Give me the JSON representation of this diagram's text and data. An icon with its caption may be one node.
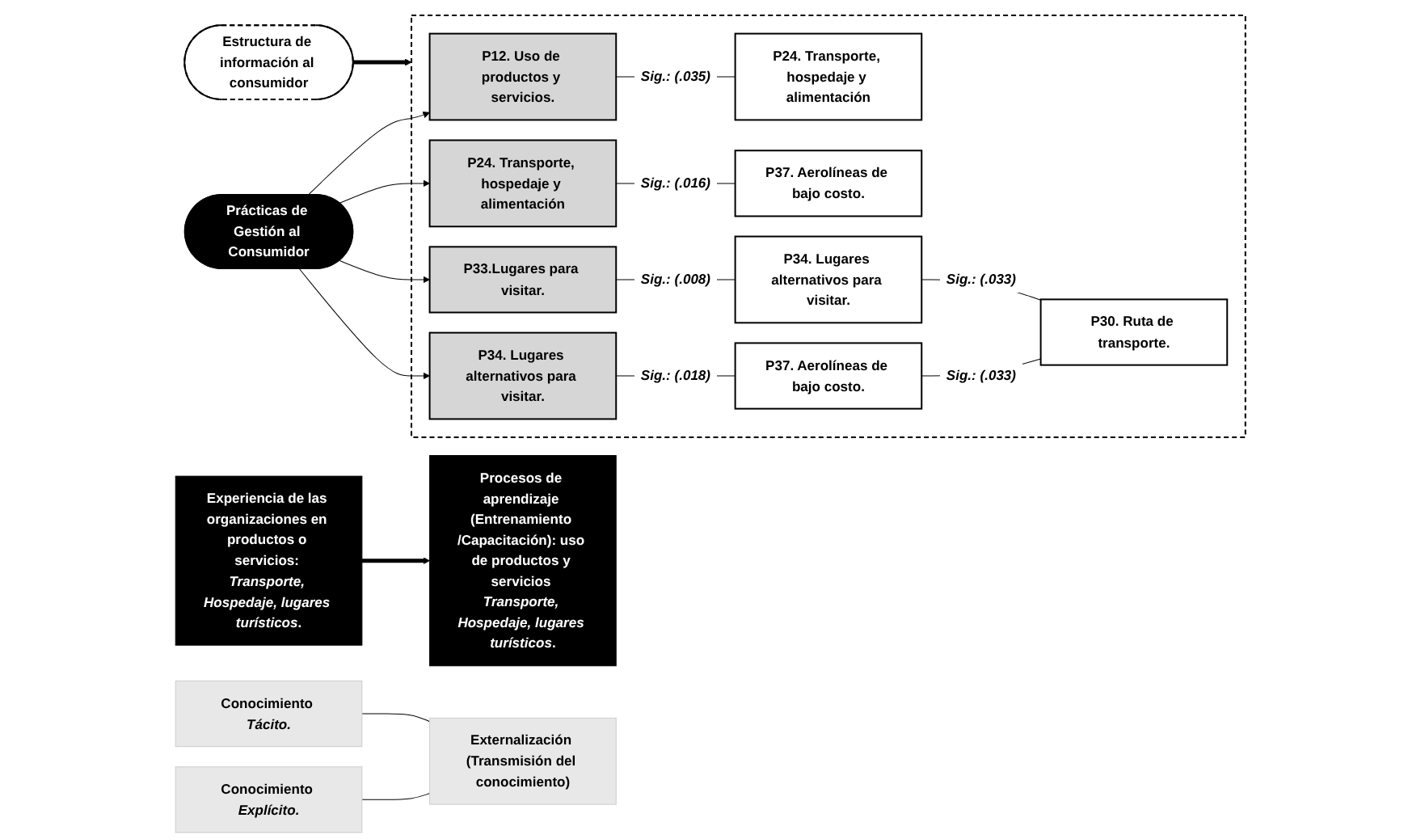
{
  "diagram": {
    "nodes": [
      {
        "text": [
          "Prácticas de Gestión al Consumidor"
        ]
      },
      {
        "text": [
          "Estructura de información al consumidor"
        ]
      },
      {
        "text": [],
        "shape": "box"
      },
      {
        "text": [
          "P12. Uso de productos y servicios."
        ],
        "in": 2
      },
      {
        "text": [
          "P24. Transporte, hospedaje y alimentación"
        ],
        "in": 2
      },
      {
        "text": [
          "P24. Transporte, hospedaje y alimentación"
        ],
        "in": 2
      },
      {
        "text": [
          "P37. Aerolíneas de bajo costo."
        ],
        "in": 2
      },
      {
        "text": [
          "P33.Lugares para visitar."
        ],
        "in": 2
      },
      {
        "text": [
          "P34. Lugares alternativos para visitar."
        ],
        "in": 2
      },
      {
        "text": [
          "P30. Ruta de transporte."
        ],
        "in": 2
      },
      {
        "text": [
          "P34. Lugares alternativos para visitar."
        ],
        "in": 2
      },
      {
        "text": [
          "P37. Aerolíneas de bajo costo."
        ],
        "in": 2
      },
      {
        "text": [
          "Experiencia de las organizaciones en productos o servicios: *Transporte, Hospedaje, lugares turísticos*."
        ]
      },
      {
        "text": [
          "Procesos de aprendizaje (Entrenamiento /Capacitación): uso de productos y servicios *Transporte, Hospedaje, lugares turísticos*."
        ]
      },
      {
        "text": [
          "Conocimiento *Tácito.*"
        ]
      },
      {
        "text": [
          "Conocimiento *Explícito.*"
        ]
      },
      {
        "text": [
          "Externalización (Transmisión del conocimiento)"
        ]
      }
    ],
    "edges": [
      {
        "from": 0,
        "to": 3,
        "arrow": "to"
      },
      {
        "from": 0,
        "to": 5,
        "arrow": "to"
      },
      {
        "from": 0,
        "to": 7,
        "arrow": "to"
      },
      {
        "from": 0,
        "to": 10,
        "arrow": "to"
      },
      {
        "from": 1,
        "to": 2,
        "arrow": "to",
        "style": "thick"
      },
      {
        "from": 3,
        "to": 4,
        "arrow": "none",
        "label": "Sig.: (.035)"
      },
      {
        "from": 5,
        "to": 6,
        "arrow": "none",
        "label": "Sig.: (.016)"
      },
      {
        "from": 7,
        "to": 8,
        "arrow": "none",
        "label": "Sig.: (.008)"
      },
      {
        "from": 8,
        "to": 9,
        "arrow": "none",
        "label": "Sig.: (.033)"
      },
      {
        "from": 10,
        "to": 11,
        "arrow": "none",
        "label": "Sig.: (.018)"
      },
      {
        "from": 11,
        "to": 9,
        "arrow": "none",
        "label": "Sig.: (.033)"
      },
      {
        "from": 12,
        "to": 13,
        "arrow": "to",
        "style": "thick"
      },
      {
        "from": 14,
        "to": 16,
        "arrow": "none"
      },
      {
        "from": 15,
        "to": 16,
        "arrow": "none"
      }
    ]
  }
}
